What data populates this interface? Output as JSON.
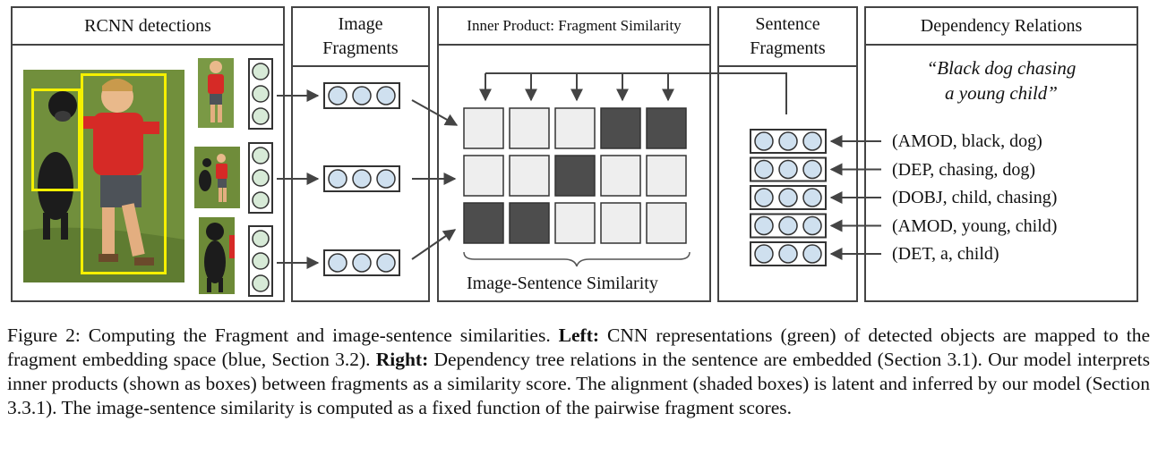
{
  "panels": {
    "rcnn": "RCNN detections",
    "image_fragments": "Image\nFragments",
    "inner_product": "Inner Product: Fragment Similarity",
    "sentence_fragments": "Sentence\nFragments",
    "dependency": "Dependency Relations"
  },
  "sentence_quote": "“Black dog chasing\na young child”",
  "relations": [
    "(AMOD, black, dog)",
    "(DEP, chasing, dog)",
    "(DOBJ, child, chasing)",
    "(AMOD, young, child)",
    "(DET, a, child)"
  ],
  "similarity_label": "Image-Sentence Similarity",
  "grid_shading": [
    [
      0,
      0,
      0,
      1,
      1
    ],
    [
      0,
      0,
      1,
      0,
      0
    ],
    [
      1,
      1,
      0,
      0,
      0
    ]
  ],
  "colors": {
    "cnn_fill": "#d7ead7",
    "embed_fill": "#cfe0ef",
    "cell_light": "#eeeeee",
    "cell_dark": "#4d4d4d",
    "detection_box": "#f5f000"
  },
  "caption": {
    "p1": "Figure 2: Computing the Fragment and image-sentence similarities. ",
    "left_label": "Left:",
    "p2": " CNN representations (green) of detected objects are mapped to the fragment embedding space (blue, Section 3.2). ",
    "right_label": "Right:",
    "p3": " Dependency tree relations in the sentence are embedded (Section 3.1). Our model interprets inner products (shown as boxes) between fragments as a similarity score. The alignment (shaded boxes) is latent and inferred by our model (Section 3.3.1). The image-sentence similarity is computed as a fixed function of the pairwise fragment scores."
  }
}
